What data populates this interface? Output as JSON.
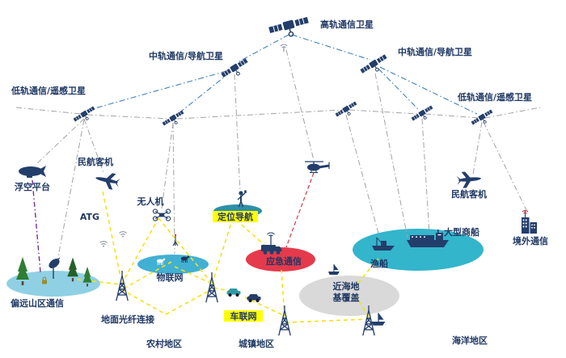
{
  "labels": {
    "geo_satellite": "高轨通信卫星",
    "meo_satellite_left": "中轨通信/导航卫星",
    "meo_satellite_right": "中轨通信/导航卫星",
    "leo_satellite_left": "低轨通信/遥感卫星",
    "leo_satellite_right": "低轨通信/遥感卫星",
    "aerostat": "浮空平台",
    "airliner_left": "民航客机",
    "airliner_right": "民航客机",
    "atg": "ATG",
    "uav": "无人机",
    "positioning_nav": "定位导航",
    "emergency_comm": "应急通信",
    "iot": "物联网",
    "remote_mountain_comm": "偏远山区通信",
    "ground_fiber": "地面光纤连接",
    "vehicle_network": "车联网",
    "rural_area": "农村地区",
    "town_area": "城镇地区",
    "fishing_boat": "渔船",
    "merchant_ship": "大型商船",
    "nearshore_line1": "近海地",
    "nearshore_line2": "基覆盖",
    "ocean_area": "海洋地区",
    "overseas_comm": "境外通信"
  },
  "colors": {
    "label_navy": "#1f3864",
    "icon_navy": "#233e6b",
    "zone_light_blue": "#8fd0e4",
    "zone_blue": "#41b0d2",
    "zone_positioning_teal": "#2e8fa6",
    "zone_red": "#e53a4c",
    "zone_gray": "#d9d9d9",
    "zone_ocean_teal": "#33b5cc",
    "line_yellow": "#f2e318",
    "line_gray": "#a3a3a3",
    "line_blue": "#2e75b6",
    "line_purple": "#7030a0",
    "line_red": "#d43a4a",
    "highlight_yellow": "#ffff00",
    "tree_green": "#2f7d33"
  }
}
